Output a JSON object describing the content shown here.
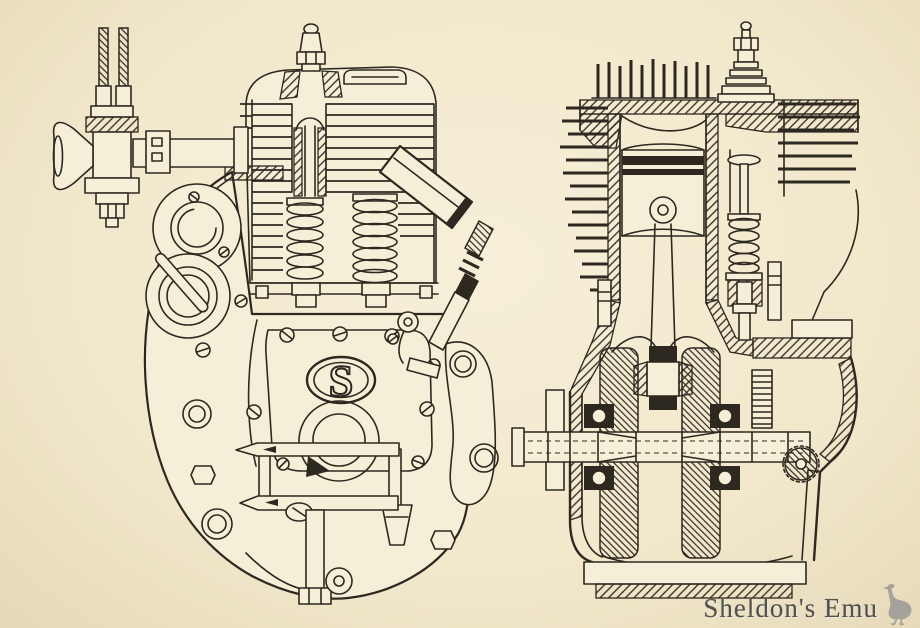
{
  "figure": {
    "logo_letter": "S",
    "left_view": "engine-side-elevation",
    "right_view": "engine-cross-section"
  },
  "watermark": {
    "text": "Sheldon's Emu"
  },
  "colors": {
    "paper": "#f6efd8",
    "paper-mid": "#f2e8cc",
    "paper-edge": "#e5d9b8",
    "ink": "#2d2820",
    "wm-text": "#53514d",
    "wm-emu": "#a5a29c"
  }
}
